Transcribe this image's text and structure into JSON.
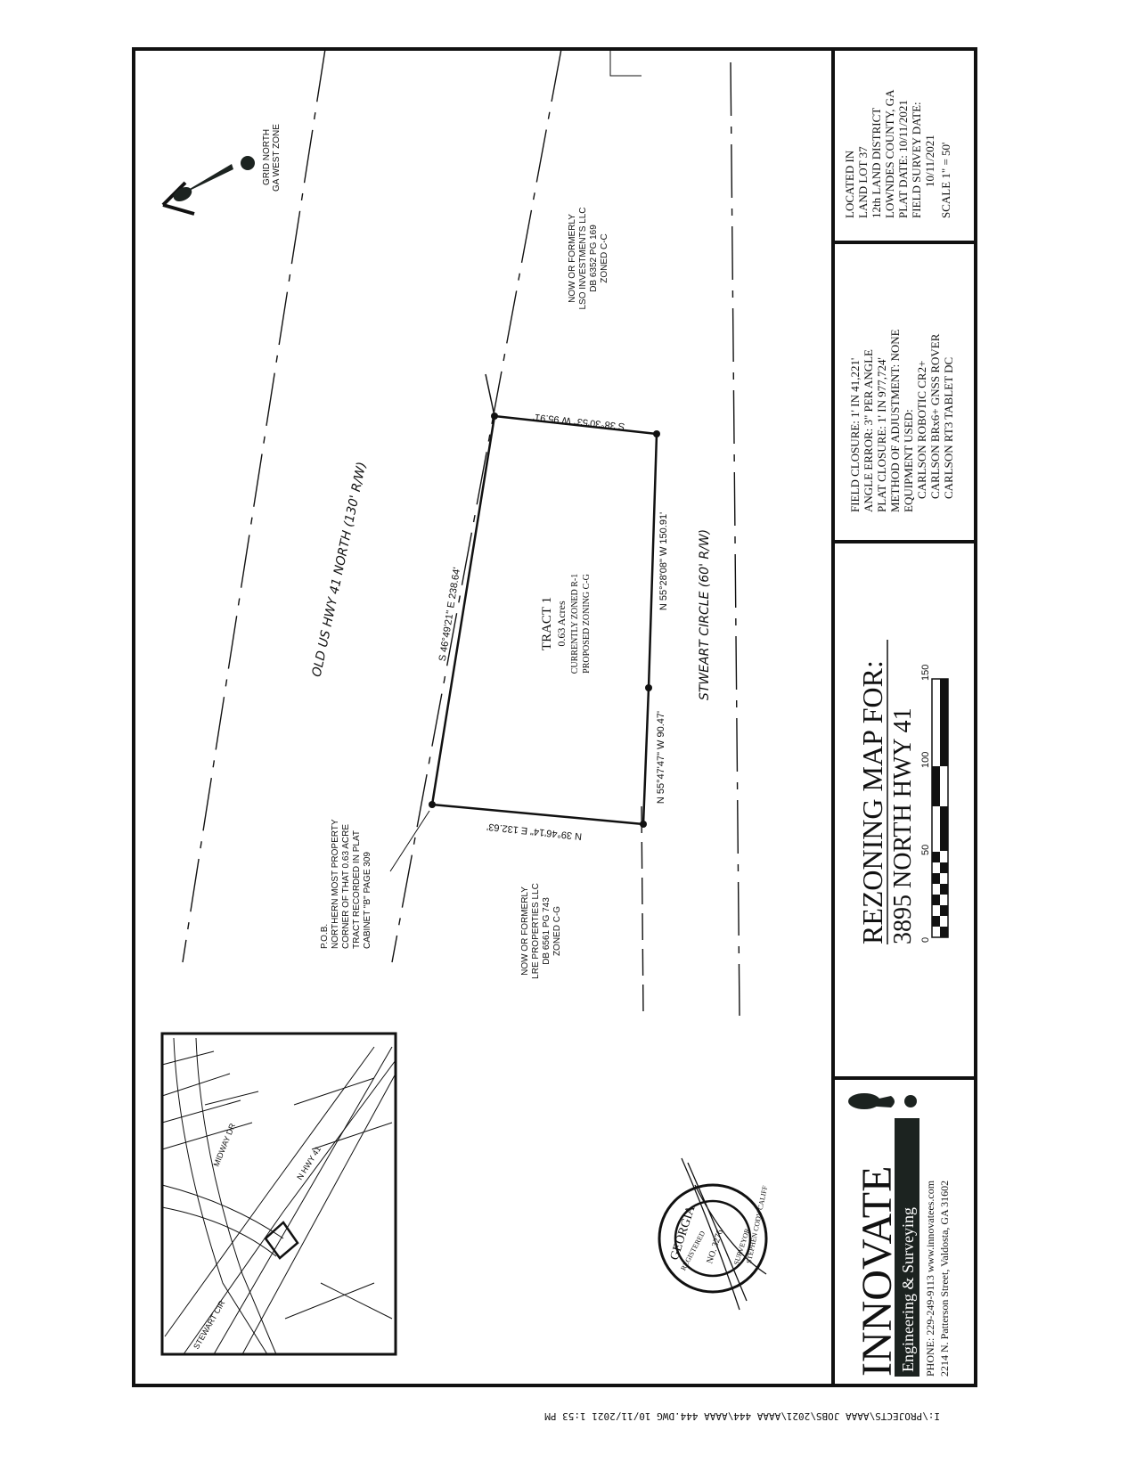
{
  "title_block": {
    "location": {
      "lines": [
        "LOCATED IN",
        "LAND LOT 37",
        "12th LAND DISTRICT",
        "LOWNDES COUNTY, GA",
        "PLAT DATE: 10/11/2021",
        "FIELD SURVEY DATE:",
        "10/11/2021",
        "SCALE 1\" = 50'"
      ]
    },
    "survey_notes": {
      "lines": [
        "FIELD CLOSURE: 1' IN 41,221'",
        "ANGLE ERROR: 3\" PER ANGLE",
        "PLAT CLOSURE: 1' IN 977,724'",
        "METHOD OF ADJUSTMENT: NONE",
        "EQUIPMENT USED:",
        "CARLSON ROBOTIC CR2+",
        "CARLSON BRx6+ GNSS ROVER",
        "CARLSON RT3 TABLET DC"
      ]
    },
    "map_title": "REZONING MAP FOR:",
    "map_subtitle": "3895 NORTH HWY 41",
    "scale_bar": {
      "ticks": [
        "0",
        "50",
        "100",
        "150"
      ]
    },
    "company": {
      "name": "INNOVATE",
      "tagline": "Engineering & Surveying",
      "phone_web": "PHONE: 229-249-9113  www.innovatees.com",
      "address": "2214 N. Patterson Street, Valdosta, GA 31602"
    }
  },
  "north_arrow": {
    "line1": "GRID NORTH",
    "line2": "GA WEST ZONE"
  },
  "roads": {
    "highway": "OLD US HWY 41 NORTH (130' R/W)",
    "street": "STWEART CIRCLE (60' R/W)"
  },
  "tract": {
    "name": "TRACT 1",
    "acres": "0.63 Acres",
    "current_zoning": "CURRENTLY ZONED R-1",
    "proposed_zoning": "PROPOSED ZONING C-G"
  },
  "bearings": {
    "north_line": "S 46°49'21\" E  238.64'",
    "east_line": "S 38°30'53\" W  95.91'",
    "south_line_a": "N 55°28'08\" W  150.91'",
    "south_line_b": "N 55°47'47\" W  90.47'",
    "west_line": "N 39°46'14\" E  132.63'"
  },
  "adjoiners": {
    "lso": [
      "NOW OR FORMERLY",
      "LSO INVESTMENTS LLC",
      "DB 6352  PG 169",
      "ZONED  C-C"
    ],
    "lre": [
      "NOW OR FORMERLY",
      "LRE PROPERTIES LLC",
      "DB 6561  PG 743",
      "ZONED  C-G"
    ]
  },
  "pob_note": [
    "P.O.B.",
    "NORTHERN MOST PROPERTY",
    "CORNER OF THAT 0.63 ACRE",
    "TRACT RECORDED IN PLAT",
    "CABINET \"B\" PAGE 309"
  ],
  "vicinity_map": {
    "labels": {
      "hwy": "N HWY 41",
      "midway": "MIDWAY DR",
      "stewart": "STEWART CIR"
    }
  },
  "seal": {
    "outer": "GEORGIA",
    "ring": "REGISTERED",
    "number": "NO. 3276",
    "name": "STEPHEN CODY CALIFF",
    "profession": "SURVEYOR"
  },
  "file_path": "I:\\PROJECTS\\AAAA JOBS\\2021\\AAAA 444\\AAAA 444.DWG 10/11/2021 1:53 PM"
}
